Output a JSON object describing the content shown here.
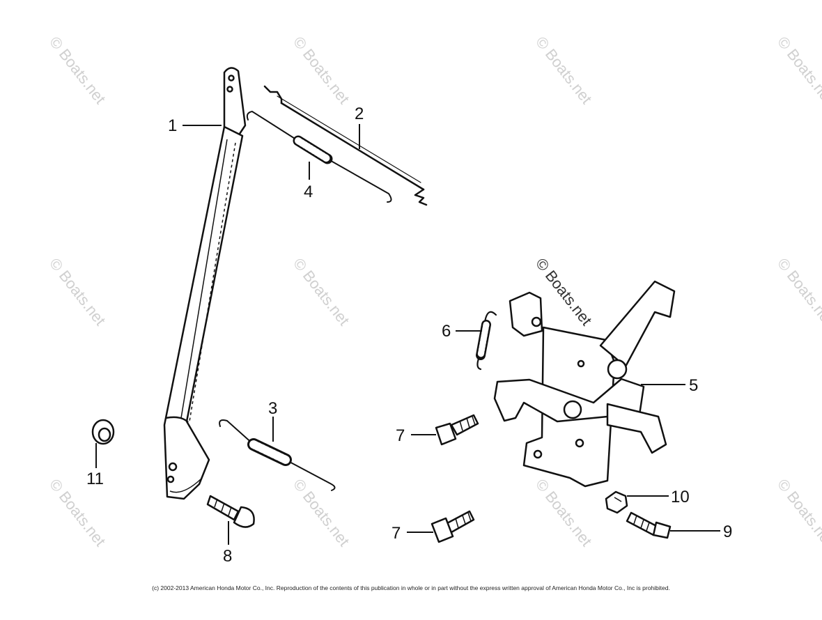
{
  "watermark": {
    "text": "© Boats.net"
  },
  "callouts": {
    "c1": "1",
    "c2": "2",
    "c3": "3",
    "c4": "4",
    "c5": "5",
    "c6": "6",
    "c7a": "7",
    "c7b": "7",
    "c8": "8",
    "c9": "9",
    "c10": "10",
    "c11": "11"
  },
  "footer": {
    "copyright": "(c) 2002-2013 American Honda Motor Co., Inc. Reproduction of the contents of this publication in whole or in part without the express written approval of American Honda Motor Co., Inc is prohibited."
  }
}
